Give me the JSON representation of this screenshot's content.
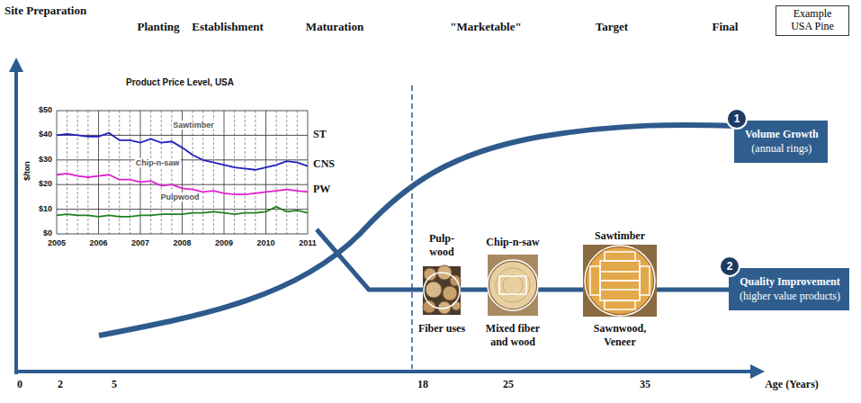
{
  "diagram": {
    "nodes": [
      {
        "text": [
          "Example USA Pine"
        ]
      },
      {
        "text": [
          "1"
        ]
      },
      {
        "text": [
          "Volume Growth",
          "(annual rings)"
        ]
      },
      {
        "text": [
          "2"
        ]
      },
      {
        "text": [
          "Quality Improvement",
          "(higher value products)"
        ]
      }
    ],
    "labels": [
      "Site Preparation",
      "Planting",
      "Establishment",
      "Maturation",
      "\"Marketable\"",
      "Target",
      "Final",
      "Product Price Level, USA",
      "$50",
      "$40",
      "$30",
      "$20",
      "$10",
      "$0",
      "$/ton",
      "2005",
      "2006",
      "2007",
      "2008",
      "2009",
      "2010",
      "2011",
      "Sawtimber",
      "Chip-n-saw",
      "Pulpwood",
      "ST",
      "CNS",
      "PW",
      "Pulp- wood",
      "Chip-n-saw",
      "Sawtimber",
      "Fiber uses",
      "Mixed fiber and wood",
      "Sawnwood, Veneer",
      "0",
      "2",
      "5",
      "18",
      "25",
      "35",
      "Age (Years)"
    ]
  }
}
